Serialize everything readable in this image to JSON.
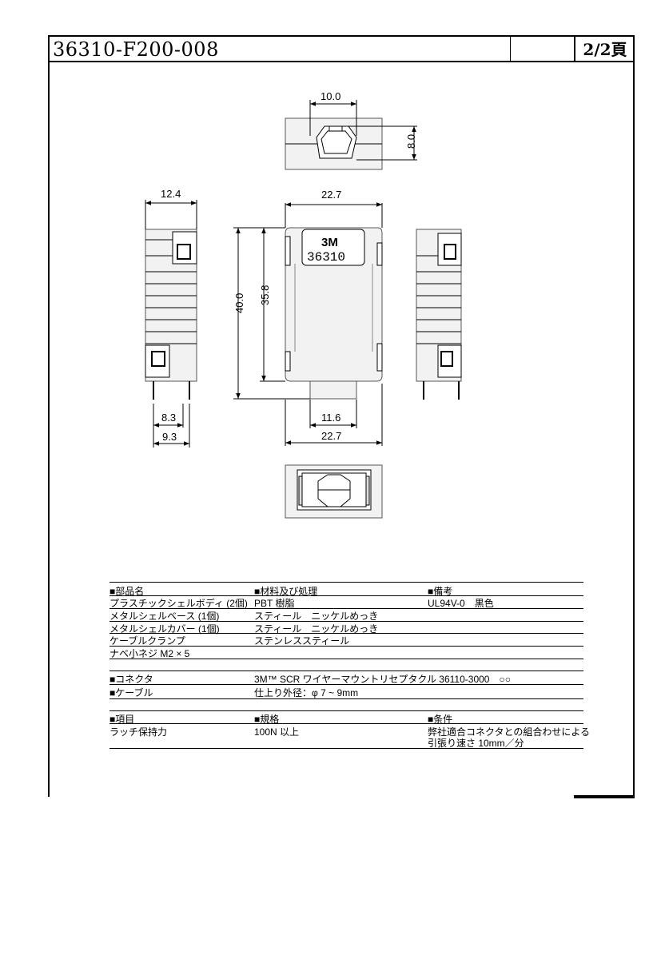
{
  "header": {
    "doc_number": "36310-F200-008",
    "page": "2/2頁"
  },
  "drawing": {
    "logo": "3M",
    "part_label": "36310",
    "dimensions": {
      "top_width": "10.0",
      "top_height": "8.0",
      "side_width": "12.4",
      "front_width_top": "22.7",
      "height_total": "40.0",
      "height_body": "35.8",
      "side_pin_1": "8.3",
      "side_pin_2": "9.3",
      "bottom_opening": "11.6",
      "front_width_bottom": "22.7"
    }
  },
  "table1": {
    "headers": [
      "■部品名",
      "■材料及び処理",
      "■備考"
    ],
    "rows": [
      [
        "プラスチックシェルボディ (2個)",
        "PBT 樹脂",
        "UL94V-0　黒色"
      ],
      [
        "メタルシェルベース (1個)",
        "スティール　ニッケルめっき",
        ""
      ],
      [
        "メタルシェルカバー (1個)",
        "スティール　ニッケルめっき",
        ""
      ],
      [
        "ケーブルクランプ",
        "ステンレススティール",
        ""
      ],
      [
        "ナベ小ネジ M2 × 5",
        "",
        ""
      ]
    ]
  },
  "table2": {
    "rows": [
      [
        "■コネクタ",
        "3M™ SCR ワイヤーマウントリセプタクル 36110-3000　○○"
      ],
      [
        "■ケーブル",
        "仕上り外径：φ 7 ~ 9mm"
      ]
    ]
  },
  "table3": {
    "headers": [
      "■項目",
      "■規格",
      "■条件"
    ],
    "rows": [
      [
        "ラッチ保持力",
        "100N 以上",
        "弊社適合コネクタとの組合わせによる",
        "引張り速さ 10mm／分"
      ]
    ]
  }
}
